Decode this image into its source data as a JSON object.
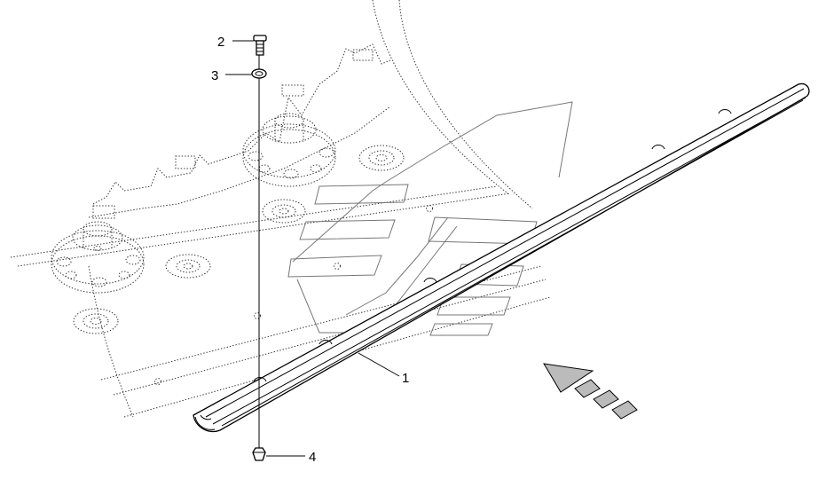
{
  "callouts": [
    {
      "id": "1",
      "label": "1"
    },
    {
      "id": "2",
      "label": "2"
    },
    {
      "id": "3",
      "label": "3"
    },
    {
      "id": "4",
      "label": "4"
    }
  ],
  "colors": {
    "line": "#000000",
    "hidden_line": "#333333",
    "arrow_fill": "#bbbbbb",
    "background": "#ffffff"
  },
  "icons": {
    "direction_arrow": "travel-direction-arrow-icon",
    "watermark": "manufacturer-watermark-logo"
  }
}
